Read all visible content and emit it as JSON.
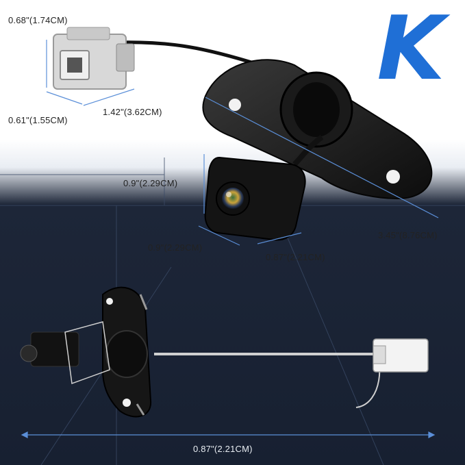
{
  "brand": {
    "letter": "K",
    "color": "#1f6fd6"
  },
  "dimensions": {
    "connector_height": "0.68\"(1.74CM)",
    "connector_width": "0.61\"(1.55CM)",
    "connector_length": "1.42\"(3.62CM)",
    "camera_height": "0.9\"(2.29CM)",
    "camera_width": "0.9\"(2.29CM)",
    "camera_depth": "0.87\"(2.21CM)",
    "bracket_length": "3.45\"(8.76CM)",
    "total_length": "0.87\"(2.21CM)"
  },
  "colors": {
    "dimension_line": "#5b8fd8",
    "background_dark": "#1a2334",
    "lens_accent": "#c9a23a"
  }
}
